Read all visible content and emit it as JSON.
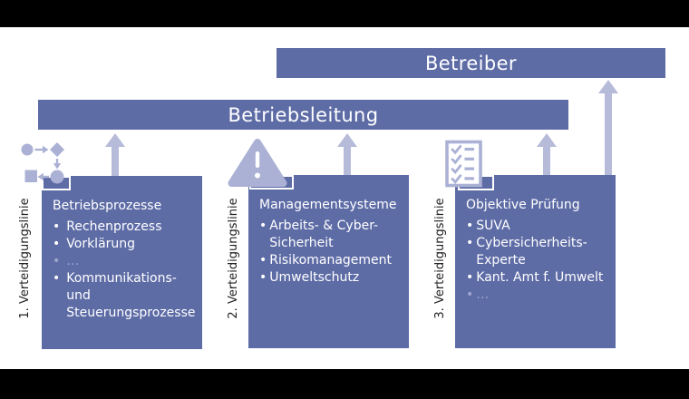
{
  "figure": {
    "type": "three-lines-of-defense-diagram",
    "top_bar": {
      "label": "Betreiber"
    },
    "middle_bar": {
      "label": "Betriebsleitung"
    }
  },
  "columns": [
    {
      "line_label": "1. Verteidigungslinie",
      "icon": "flowchart-process-icon",
      "title": "Betriebsprozesse",
      "bullets": [
        {
          "text": "Rechenprozess"
        },
        {
          "text": "Vorklärung"
        },
        {
          "text": "…",
          "muted": true
        },
        {
          "text": "Kommunikations- und\nSteuerungsprozesse"
        }
      ]
    },
    {
      "line_label": "2. Verteidigungslinie",
      "icon": "warning-triangle-icon",
      "title": "Managementsysteme",
      "bullets": [
        {
          "text": "Arbeits- & Cyber-\nSicherheit"
        },
        {
          "text": "Risikomanagement"
        },
        {
          "text": "Umweltschutz"
        }
      ]
    },
    {
      "line_label": "3. Verteidigungslinie",
      "icon": "checklist-icon",
      "title": "Objektive Prüfung",
      "bullets": [
        {
          "text": "SUVA"
        },
        {
          "text": "Cybersicherheits-\nExperte"
        },
        {
          "text": "Kant. Amt f. Umwelt"
        },
        {
          "text": "…",
          "muted": true
        }
      ]
    }
  ],
  "glyphs": {
    "bullet": "•"
  },
  "colors": {
    "box_fill": "#5E6CA6",
    "bar_fill": "#5E6CA6",
    "arrow": "#B6BBD9",
    "icon_lavender": "#ABB1D5",
    "muted_text": "#9FA7CE",
    "box_text": "#FFFFFF",
    "label_text": "#202020",
    "letterbox": "#000000",
    "background": "#FFFFFF"
  }
}
